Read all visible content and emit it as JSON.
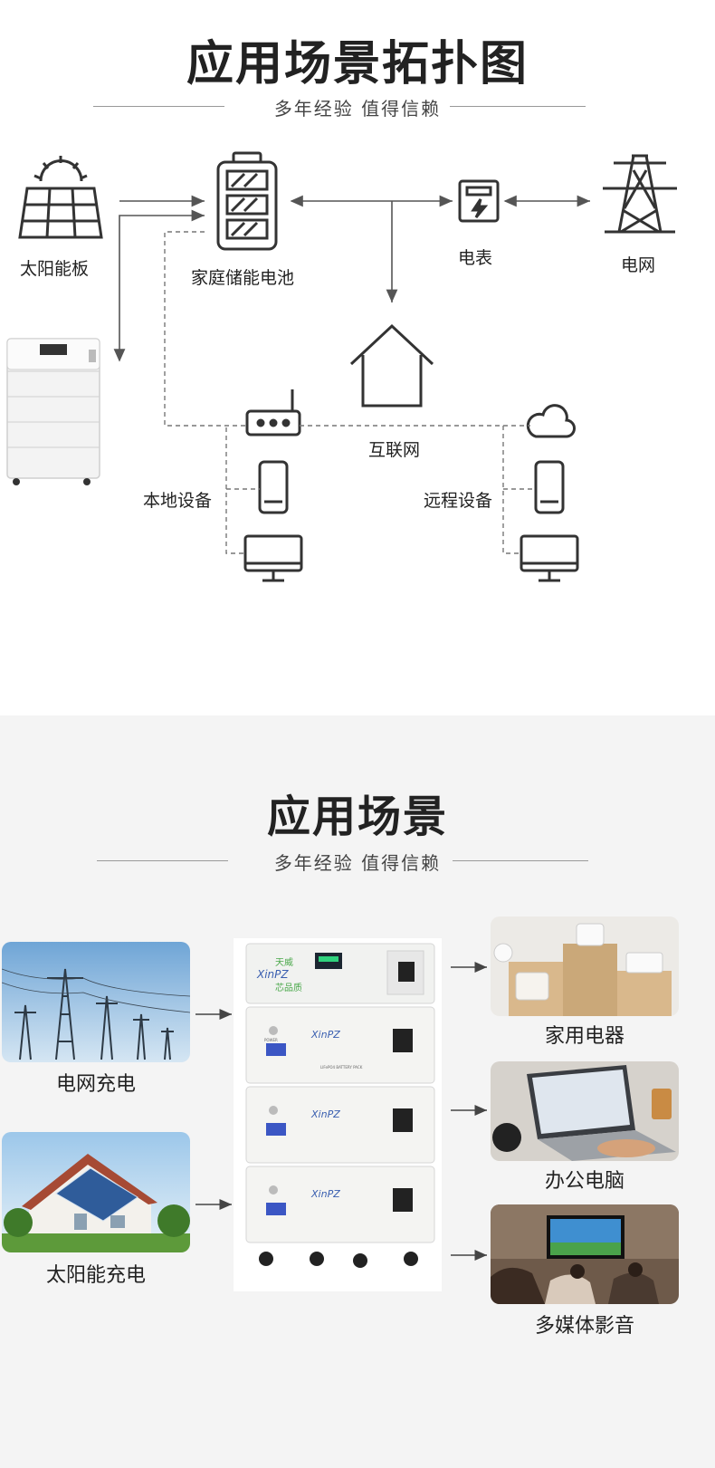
{
  "topology": {
    "title": "应用场景拓扑图",
    "subtitle": "多年经验 值得信赖",
    "nodes": {
      "solar": "太阳能板",
      "battery": "家庭储能电池",
      "meter": "电表",
      "grid": "电网",
      "internet": "互联网",
      "local": "本地设备",
      "remote": "远程设备"
    }
  },
  "scenes": {
    "title": "应用场景",
    "subtitle": "多年经验 值得信赖",
    "inputs": [
      "电网充电",
      "太阳能充电"
    ],
    "outputs": [
      "家用电器",
      "办公电脑",
      "多媒体影音"
    ],
    "product": {
      "brand": "XinPZ",
      "brand_cn_top": "天威",
      "brand_cn_bottom": "芯品质",
      "power_label": "POWER",
      "pack_label": "LIFePO4 BATTERY PACK"
    }
  }
}
